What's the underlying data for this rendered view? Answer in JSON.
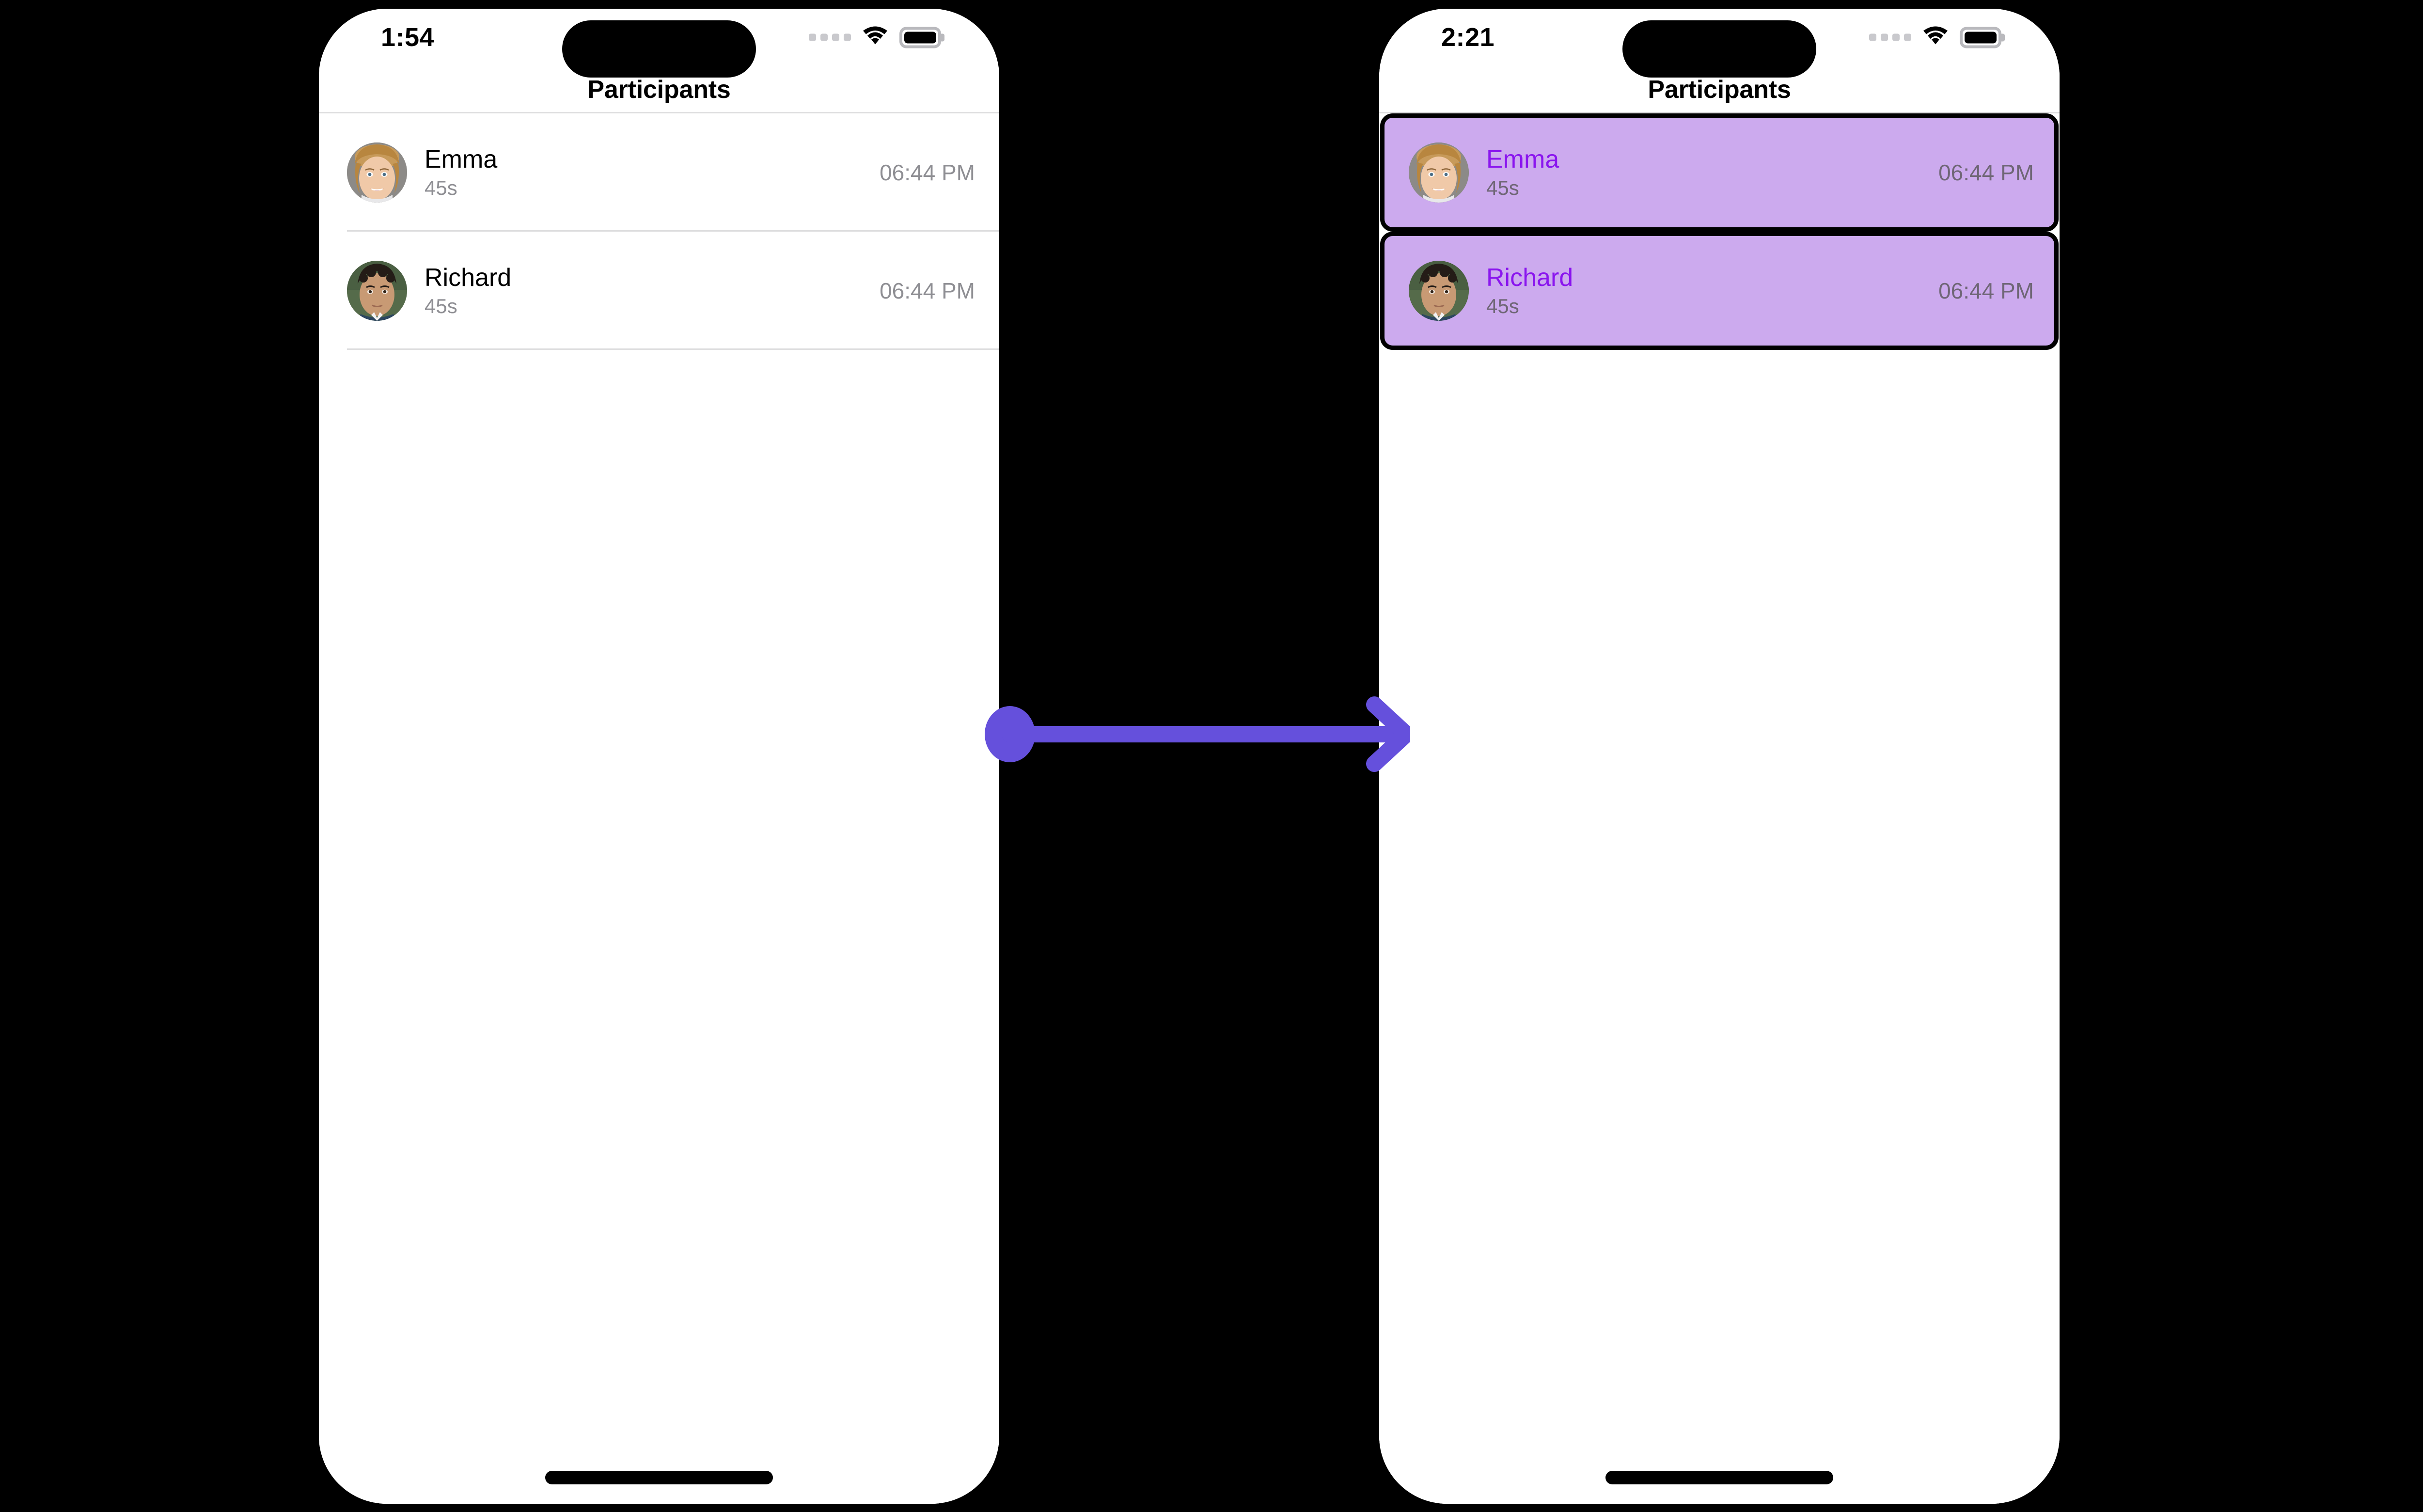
{
  "screens": [
    {
      "id": "before",
      "status_bar": {
        "time": "1:54",
        "signal_icon": "signal-dots-icon",
        "wifi_icon": "wifi-icon",
        "battery_icon": "battery-full-icon"
      },
      "nav": {
        "title": "Participants"
      },
      "rows": [
        {
          "name": "Emma",
          "subtitle": "45s",
          "time": "06:44 PM",
          "avatar_icon": "avatar-emma",
          "selected": false
        },
        {
          "name": "Richard",
          "subtitle": "45s",
          "time": "06:44 PM",
          "avatar_icon": "avatar-richard",
          "selected": false
        }
      ]
    },
    {
      "id": "after",
      "status_bar": {
        "time": "2:21",
        "signal_icon": "signal-dots-icon",
        "wifi_icon": "wifi-icon",
        "battery_icon": "battery-full-icon"
      },
      "nav": {
        "title": "Participants"
      },
      "rows": [
        {
          "name": "Emma",
          "subtitle": "45s",
          "time": "06:44 PM",
          "avatar_icon": "avatar-emma",
          "selected": true
        },
        {
          "name": "Richard",
          "subtitle": "45s",
          "time": "06:44 PM",
          "avatar_icon": "avatar-richard",
          "selected": true
        }
      ]
    }
  ],
  "annotation": {
    "type": "action-arrow",
    "icon": "arrow-right-icon",
    "color": "#6550DC",
    "start_marker": "dot"
  },
  "colors": {
    "accent_arrow": "#6550DC",
    "highlight_background": "#CCAAEE",
    "highlight_text": "#8A15EE",
    "highlight_secondary_text": "#6F6676",
    "secondary_text": "#8E8E93",
    "separator": "#DEDEDF",
    "page_background": "#000000",
    "screen_background": "#FFFFFF"
  }
}
